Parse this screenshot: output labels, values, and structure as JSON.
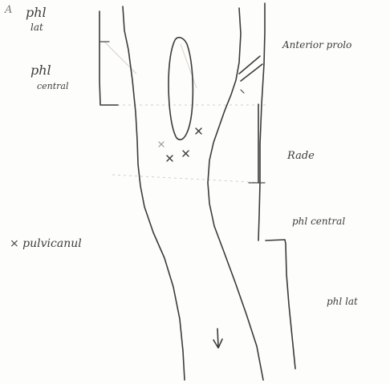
{
  "labels": {
    "corner_letter": "A",
    "top_left_1": "phl",
    "top_left_2": "lat",
    "upper_left_1": "phl",
    "upper_left_2": "central",
    "upper_right": "Anterior prolo",
    "mid_right": "Rade",
    "lower_right_central": "phl central",
    "left_side": "× pulvicanul",
    "bottom_right": "phl lat"
  },
  "symbols": {
    "cross": "×",
    "arrow": "↓"
  }
}
